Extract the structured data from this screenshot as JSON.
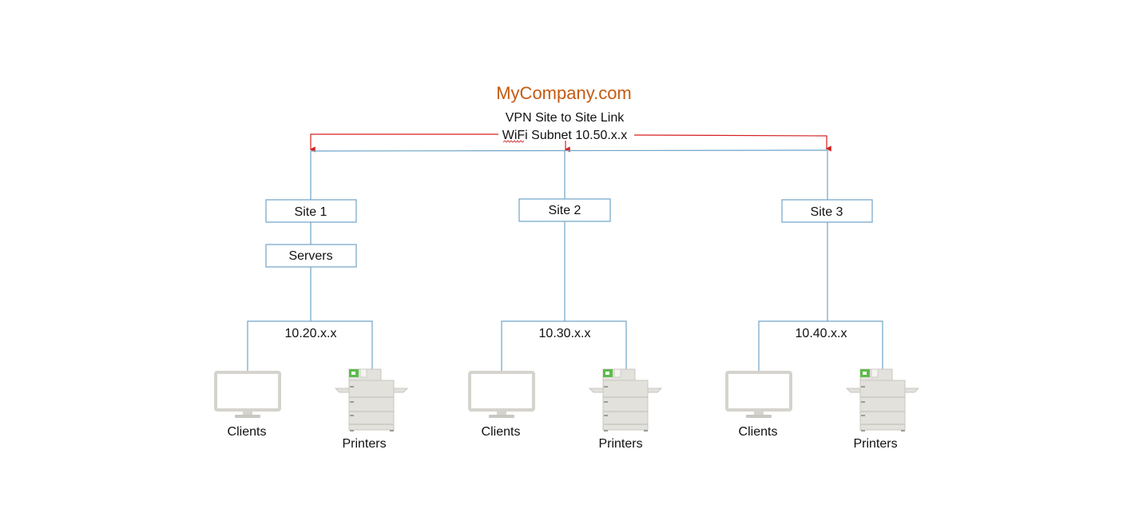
{
  "header": {
    "title": "MyCompany.com",
    "vpn_label": "VPN Site to Site Link",
    "wifi_word": "WiFi",
    "wifi_rest": " Subnet 10.50.x.x"
  },
  "colors": {
    "title": "#C55A11",
    "tree_line": "#6FA3C8",
    "node_border": "#6FA3C8",
    "vpn_arrow": "#D62020",
    "text": "#111111",
    "device_body": "#E3E1DC",
    "device_border": "#C9C7C1",
    "device_screen_green": "#5DBB4B"
  },
  "sites": [
    {
      "label": "Site 1",
      "servers_label": "Servers",
      "subnet": "10.20.x.x",
      "clients_label": "Clients",
      "printers_label": "Printers"
    },
    {
      "label": "Site 2",
      "subnet": "10.30.x.x",
      "clients_label": "Clients",
      "printers_label": "Printers"
    },
    {
      "label": "Site 3",
      "subnet": "10.40.x.x",
      "clients_label": "Clients",
      "printers_label": "Printers"
    }
  ],
  "icons": {
    "client": "monitor-icon",
    "printer": "printer-icon"
  }
}
